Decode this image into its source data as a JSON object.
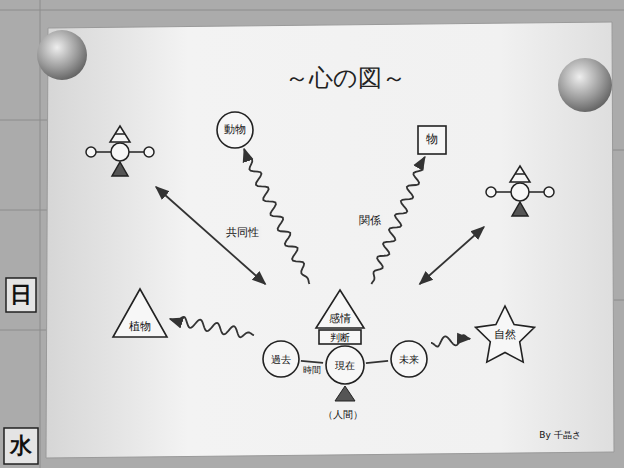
{
  "diagram": {
    "title": "～心の図～",
    "nodes": [
      {
        "text": []
      },
      {
        "text": [
          "動物"
        ]
      },
      {
        "text": [
          "物"
        ]
      },
      {
        "text": []
      },
      {
        "text": [
          "植物"
        ]
      },
      {
        "text": [
          "（人間）"
        ]
      },
      {
        "text": [
          "感情"
        ],
        "in": 5
      },
      {
        "text": [
          "判断"
        ],
        "in": 5
      },
      {
        "text": [
          "過去"
        ],
        "in": 5
      },
      {
        "text": [
          "現在"
        ],
        "in": 5
      },
      {
        "text": [
          "未来"
        ],
        "in": 5
      },
      {
        "text": [
          "自然"
        ]
      }
    ],
    "edges": [
      {
        "from": 5,
        "to": 0,
        "arrow": "both",
        "label": "共同性"
      },
      {
        "from": 5,
        "to": 1,
        "arrow": "to"
      },
      {
        "from": 5,
        "to": 2,
        "arrow": "to",
        "label": "関係"
      },
      {
        "from": 5,
        "to": 3,
        "arrow": "both"
      },
      {
        "from": 5,
        "to": 4,
        "arrow": "to"
      },
      {
        "from": 5,
        "to": 11,
        "arrow": "to"
      },
      {
        "from": 8,
        "to": 9,
        "arrow": "none",
        "label": "時間"
      },
      {
        "from": 9,
        "to": 10,
        "arrow": "none"
      }
    ],
    "labels": [
      "By 千晶さ",
      "日",
      "水"
    ]
  }
}
